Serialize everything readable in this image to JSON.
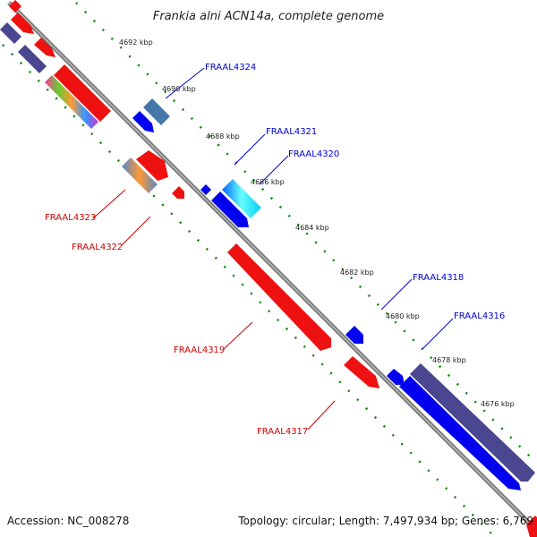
{
  "title": "Frankia alni ACN14a, complete genome",
  "accession": "Accession: NC_008278",
  "topology_info": "Topology: circular; Length: 7,497,934 bp; Genes: 6,769",
  "colors": {
    "forward_label": "#0000cc",
    "reverse_label": "#cc0000",
    "tick": "#008800",
    "backbone": "#888888",
    "red_gene": "#ee1111",
    "blue_gene": "#0000ee",
    "purple_gene": "#4a4690"
  },
  "ticks": [
    {
      "label": "4692 kbp"
    },
    {
      "label": "4690 kbp"
    },
    {
      "label": "4688 kbp"
    },
    {
      "label": "4686 kbp"
    },
    {
      "label": "4684 kbp"
    },
    {
      "label": "4682 kbp"
    },
    {
      "label": "4680 kbp"
    },
    {
      "label": "4678 kbp"
    },
    {
      "label": "4676 kbp"
    }
  ],
  "forward_genes": [
    {
      "label": "FRAAL4324"
    },
    {
      "label": "FRAAL4321"
    },
    {
      "label": "FRAAL4320"
    },
    {
      "label": "FRAAL4318"
    },
    {
      "label": "FRAAL4316"
    }
  ],
  "reverse_genes": [
    {
      "label": "FRAAL4323"
    },
    {
      "label": "FRAAL4322"
    },
    {
      "label": "FRAAL4319"
    },
    {
      "label": "FRAAL4317"
    }
  ]
}
